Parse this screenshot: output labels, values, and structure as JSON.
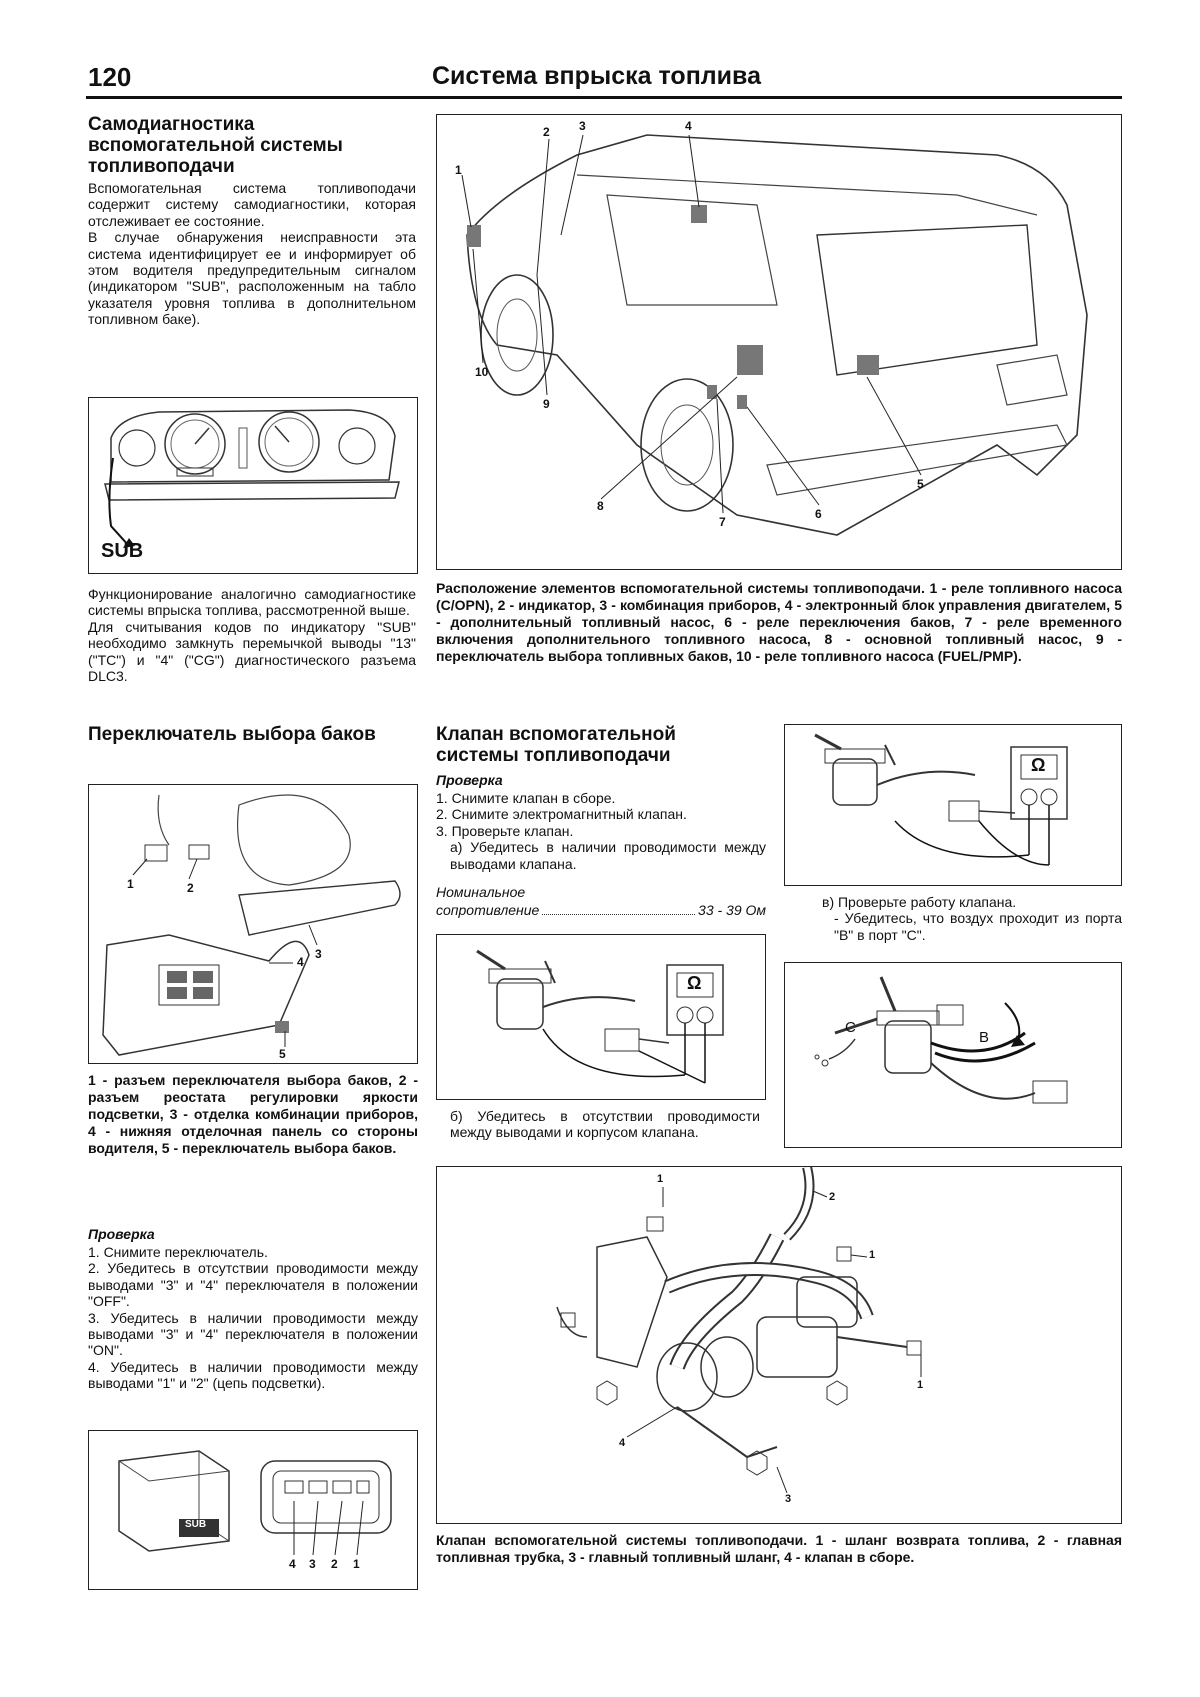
{
  "header": {
    "page_number": "120",
    "title": "Система впрыска топлива"
  },
  "selfdiag": {
    "heading": "Самодиагностика вспомогательной системы топливоподачи",
    "para1": "Вспомогательная система топливоподачи содержит систему самодиагностики, которая отслеживает ее состояние.",
    "para2": "В случае обнаружения неисправности эта система идентифицирует ее и информирует об этом водителя предупредительным сигналом (индикатором \"SUB\", расположенным на табло указателя уровня топлива в дополнительном топливном баке).",
    "sub_label": "SUB",
    "para3": "Функционирование аналогично самодиагностике системы впрыска топлива, рассмотренной выше.",
    "para4": "Для считывания кодов по индикатору \"SUB\" необходимо замкнуть перемычкой выводы \"13\" (\"TC\") и \"4\" (\"CG\") диагностического разъема DLC3."
  },
  "vehicle_figure": {
    "callouts": [
      "1",
      "2",
      "3",
      "4",
      "5",
      "6",
      "7",
      "8",
      "9",
      "10"
    ],
    "caption": "Расположение элементов вспомогательной системы топливоподачи. 1 - реле топливного насоса (C/OPN), 2 - индикатор, 3 - комбинация приборов, 4 - электронный блок управления двигателем, 5 - дополнительный топливный насос, 6 - реле переключения баков, 7 - реле временного включения дополнительного топливного насоса, 8 - основной топливный насос, 9 - переключатель выбора топливных баков, 10 - реле топливного насоса (FUEL/PMP)."
  },
  "tank_switch": {
    "heading": "Переключатель выбора баков",
    "callouts": [
      "1",
      "2",
      "3",
      "4",
      "5"
    ],
    "caption": "1 - разъем переключателя выбора баков, 2 - разъем реостата регулировки яркости подсветки, 3 - отделка комбинации приборов, 4 - нижняя отделочная панель со стороны водителя, 5 - переключатель выбора баков.",
    "check_title": "Проверка",
    "steps": [
      "1. Снимите переключатель.",
      "2. Убедитесь в отсутствии проводимости между выводами \"3\" и \"4\" переключателя в положении \"OFF\".",
      "3. Убедитесь в наличии проводимости между выводами \"3\" и \"4\" переключателя в положении \"ON\".",
      "4. Убедитесь в наличии проводимости между выводами \"1\" и \"2\" (цепь подсветки)."
    ],
    "switch_label": "SUB",
    "pins": [
      "4",
      "3",
      "2",
      "1"
    ]
  },
  "valve": {
    "heading": "Клапан вспомогательной системы топливоподачи",
    "check_title": "Проверка",
    "steps": [
      "1. Снимите клапан в сборе.",
      "2. Снимите электромагнитный клапан.",
      "3. Проверьте клапан."
    ],
    "step_a": "а) Убедитесь в наличии проводимости между выводами клапана.",
    "nominal_label_1": "Номинальное",
    "nominal_label_2": "сопротивление",
    "nominal_value": "33 - 39 Ом",
    "step_b": "б) Убедитесь в отсутствии проводимости между выводами и корпусом клапана.",
    "step_v": "в) Проверьте работу клапана.",
    "step_v_detail": "- Убедитесь, что воздух проходит из порта \"B\" в порт \"C\".",
    "meter_symbol": "Ω",
    "port_c": "C",
    "port_b": "B",
    "assembly_callouts": [
      "1",
      "2",
      "1",
      "1",
      "3",
      "4"
    ],
    "caption": "Клапан вспомогательной системы топливоподачи. 1 - шланг возврата топлива, 2 - главная топливная трубка, 3 - главный топливный шланг, 4 - клапан в сборе."
  }
}
